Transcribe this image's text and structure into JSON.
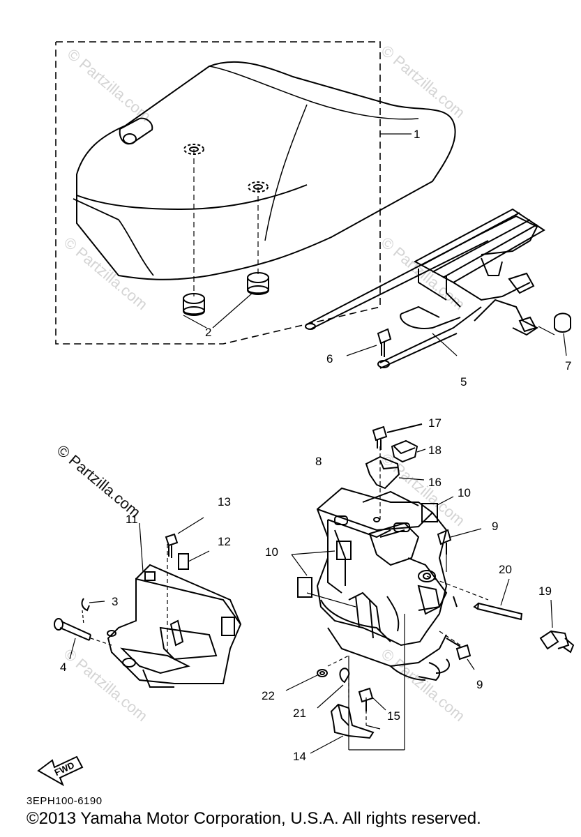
{
  "diagram": {
    "callouts": {
      "c1": "1",
      "c2": "2",
      "c3": "3",
      "c4": "4",
      "c5": "5",
      "c6": "6",
      "c7": "7",
      "c8": "8",
      "c9a": "9",
      "c9b": "9",
      "c10a": "10",
      "c10b": "10",
      "c11": "11",
      "c12": "12",
      "c13": "13",
      "c14": "14",
      "c15": "15",
      "c16": "16",
      "c17": "17",
      "c18": "18",
      "c19": "19",
      "c20": "20",
      "c21": "21",
      "c22": "22"
    },
    "fwd_label": "FWD",
    "watermark": "© Partzilla.com",
    "part_code": "3EPH100-6190",
    "copyright": "©2013  Yamaha Motor Corporation, U.S.A. All rights reserved."
  }
}
